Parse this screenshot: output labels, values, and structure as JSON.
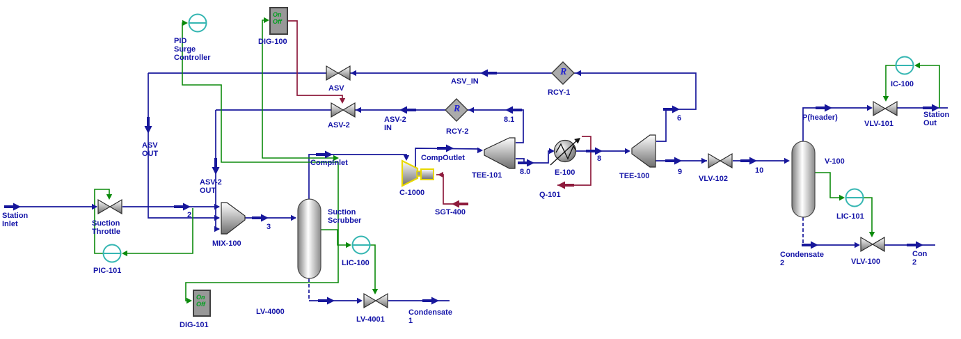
{
  "colors": {
    "stream": "#17179b",
    "signal": "#0b8a0b",
    "energy": "#8e1b3c",
    "controller": "#35b6b2",
    "label": "#1414a8",
    "digital": "#00a01e",
    "recycle": "#2020d0",
    "equipment_fill": "#b9b9b9",
    "compressor_highlight": "#e8d800"
  },
  "glyphs": {
    "recycle": "R",
    "digital": "On\nOff"
  },
  "labels": {
    "station_inlet": "Station\nInlet",
    "suction_throttle": "Suction\nThrottle",
    "pic101": "PIC-101",
    "s2": "2",
    "asv_out": "ASV\nOUT",
    "asv2_out": "ASV-2\nOUT",
    "mix100": "MIX-100",
    "s3": "3",
    "suction_scrubber": "Suction\nScrubber",
    "lic100": "LIC-100",
    "dig101": "DIG-101",
    "lv4000": "LV-4000",
    "lv4001": "LV-4001",
    "condensate1": "Condensate\n1",
    "pid_surge": "PID\nSurge\nController",
    "dig100": "DIG-100",
    "asv": "ASV",
    "asv_in": "ASV_IN",
    "rcy1": "RCY-1",
    "asv2": "ASV-2",
    "asv2_in": "ASV-2\nIN",
    "rcy2": "RCY-2",
    "s81": "8.1",
    "compinlet": "CompInlet",
    "c1000": "C-1000",
    "sgt400": "SGT-400",
    "compoutlet": "CompOutlet",
    "tee101": "TEE-101",
    "s80": "8.0",
    "e100": "E-100",
    "q101": "Q-101",
    "s8": "8",
    "tee100": "TEE-100",
    "s6": "6",
    "s9": "9",
    "vlv102": "VLV-102",
    "s10": "10",
    "pheader": "P(header)",
    "v100": "V-100",
    "ic100": "IC-100",
    "vlv101": "VLV-101",
    "station_out": "Station\nOut",
    "lic101": "LIC-101",
    "condensate2": "Condensate\n2",
    "vlv100": "VLV-100",
    "con2": "Con\n2"
  },
  "flowsheet": {
    "material_streams": [
      "Station Inlet",
      "2",
      "3",
      "CompInlet",
      "CompOutlet",
      "8.0",
      "8.1",
      "8",
      "6",
      "9",
      "10",
      "P(header)",
      "Station Out",
      "Condensate 2",
      "Con 2",
      "LV-4000",
      "Condensate 1",
      "ASV_IN",
      "ASV OUT",
      "ASV-2 IN",
      "ASV-2 OUT"
    ],
    "energy_streams": [
      "SGT-400",
      "Q-101"
    ],
    "valves": [
      "Suction Throttle",
      "ASV",
      "ASV-2",
      "LV-4001",
      "VLV-102",
      "VLV-101",
      "VLV-100"
    ],
    "vessels": [
      "Suction Scrubber",
      "V-100"
    ],
    "mixers": [
      "MIX-100"
    ],
    "tees": [
      "TEE-101",
      "TEE-100"
    ],
    "compressors": [
      "C-1000"
    ],
    "coolers": [
      "E-100"
    ],
    "recycles": [
      "RCY-1",
      "RCY-2"
    ],
    "controllers": [
      "PID Surge Controller",
      "PIC-101",
      "LIC-100",
      "LIC-101",
      "IC-100"
    ],
    "digital_points": [
      "DIG-100",
      "DIG-101"
    ]
  }
}
